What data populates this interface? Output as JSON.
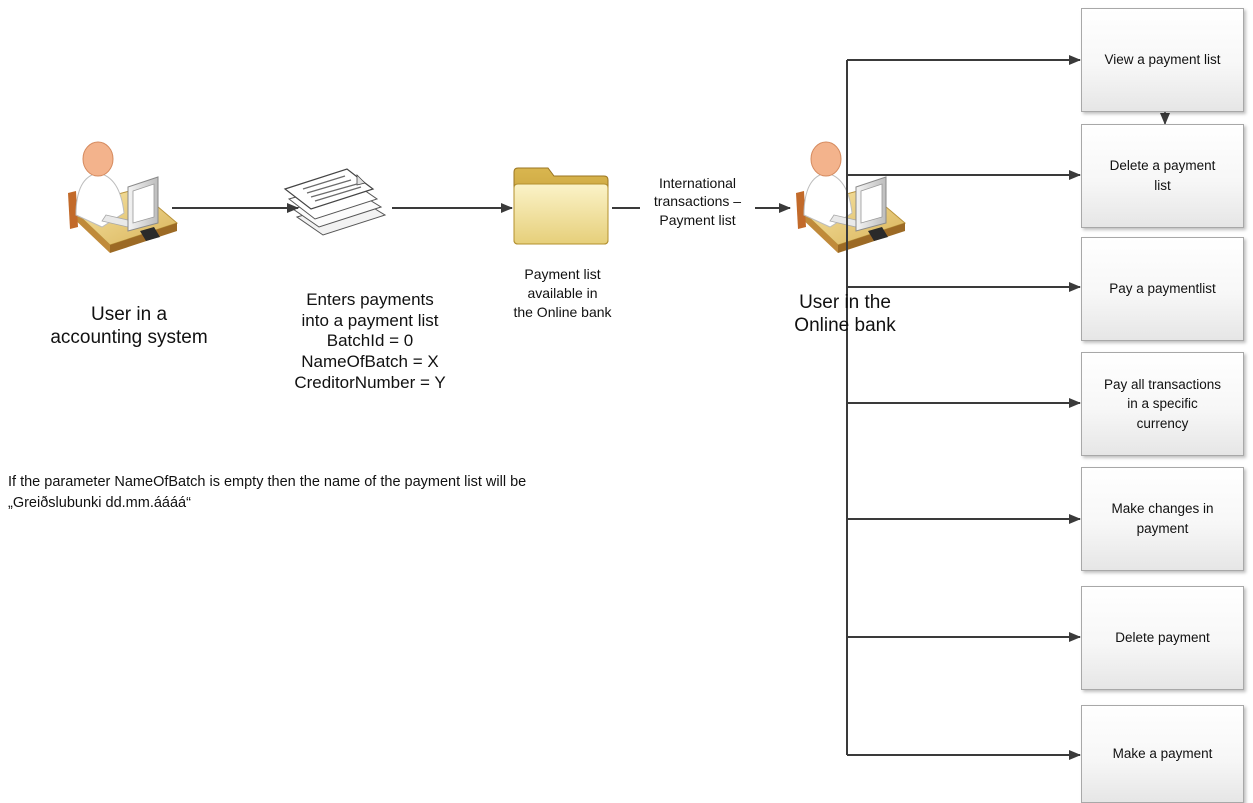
{
  "user_accounting": {
    "lines": [
      "User in a",
      "accounting system"
    ]
  },
  "enters_payments": {
    "lines": [
      "Enters payments",
      "into a payment list",
      "BatchId = 0",
      "NameOfBatch = X",
      "CreditorNumber = Y"
    ]
  },
  "payment_list_available": {
    "lines": [
      "Payment list",
      "available in",
      "the Online bank"
    ]
  },
  "connector_label": {
    "lines": [
      "International",
      "transactions –",
      "Payment list"
    ]
  },
  "user_online": {
    "lines": [
      "User in the",
      "Online bank"
    ]
  },
  "note": {
    "lines": [
      "If  the parameter NameOfBatch is empty then the name of the payment list will be",
      "„Greiðslubunki dd.mm.áááá“"
    ]
  },
  "options": [
    {
      "lines": [
        "View a payment list"
      ]
    },
    {
      "lines": [
        "Delete a payment",
        "list"
      ]
    },
    {
      "lines": [
        "Pay a paymentlist"
      ]
    },
    {
      "lines": [
        "Pay all transactions",
        "in a specific",
        "currency"
      ]
    },
    {
      "lines": [
        "Make changes in",
        "payment"
      ]
    },
    {
      "lines": [
        "Delete payment"
      ]
    },
    {
      "lines": [
        "Make a payment"
      ]
    }
  ]
}
